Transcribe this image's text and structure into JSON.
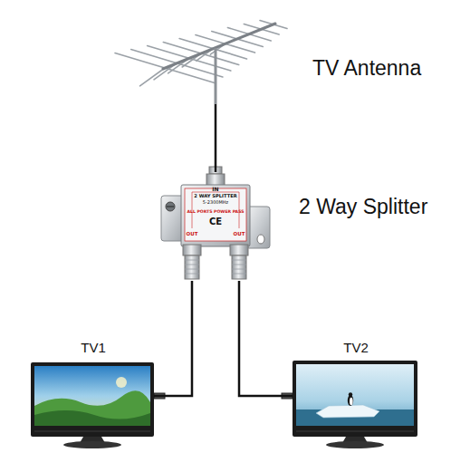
{
  "diagram": {
    "nodes": [
      {
        "text": [
          "TV Antenna"
        ]
      },
      {
        "text": [
          "2 Way Splitter"
        ]
      },
      {
        "text": [
          "TV1"
        ]
      },
      {
        "text": [
          "TV2"
        ]
      }
    ],
    "edges": [
      {
        "from": 0,
        "to": 1,
        "arrow": "none"
      },
      {
        "from": 1,
        "to": 2,
        "arrow": "none"
      },
      {
        "from": 1,
        "to": 3,
        "arrow": "none"
      }
    ],
    "labels": [
      "IN",
      "2 WAY SPLITTER",
      "5-2300MHz",
      "ALL PORTS POWER PASS",
      "CE",
      "OUT",
      "OUT"
    ]
  }
}
